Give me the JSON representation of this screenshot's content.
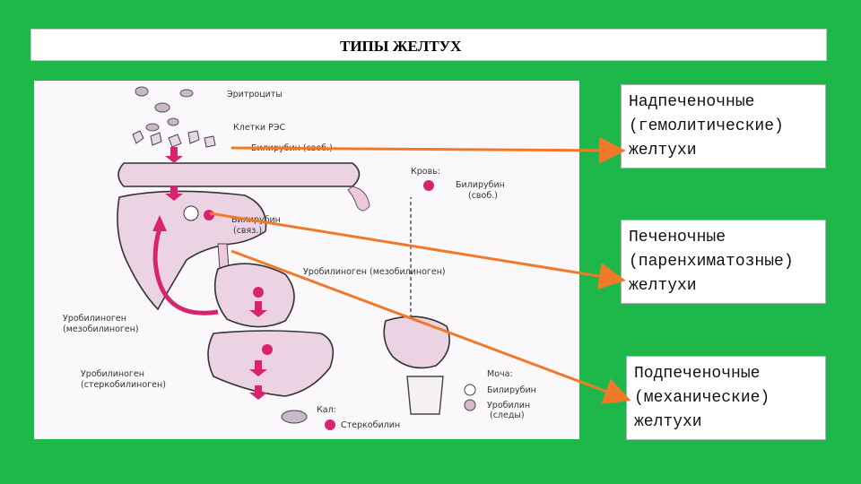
{
  "title": "ТИПЫ ЖЕЛТУХ",
  "diagram_labels": {
    "erythrocytes": "Эритроциты",
    "res_cells": "Клетки РЭС",
    "bilirubin_free_top": "Билирубин (своб.)",
    "blood": "Кровь:",
    "bilirubin_free": "Билирубин",
    "bilirubin_free_note": "(своб.)",
    "bilirubin_bound": "Билирубин",
    "bilirubin_bound_note": "(связ.)",
    "urobilinogen_meso_mid": "Уробилиноген (мезобилиноген)",
    "urobilinogen": "Уробилиноген",
    "urobilinogen_meso": "(мезобилиноген)",
    "urobilinogen2": "Уробилиноген",
    "stercobilinogen": "(стеркобилиноген)",
    "urine": "Моча:",
    "urine_bilirubin": "Билирубин",
    "urobilin": "Уробилин",
    "urobilin_note": "(следы)",
    "feces": "Кал:",
    "stercobilin": "Стеркобилин"
  },
  "boxes": [
    {
      "text": "Надпеченочные\n(гемолитические)\nжелтухи"
    },
    {
      "text": "Печеночные\n(паренхиматозные)\nжелтухи"
    },
    {
      "text": "Подпеченочные\n(механические)\nжелтухи"
    }
  ],
  "colors": {
    "background": "#1eb84a",
    "arrow": "#f07a2a",
    "magenta": "#d8246e",
    "organ_fill": "#ecd3e4"
  }
}
